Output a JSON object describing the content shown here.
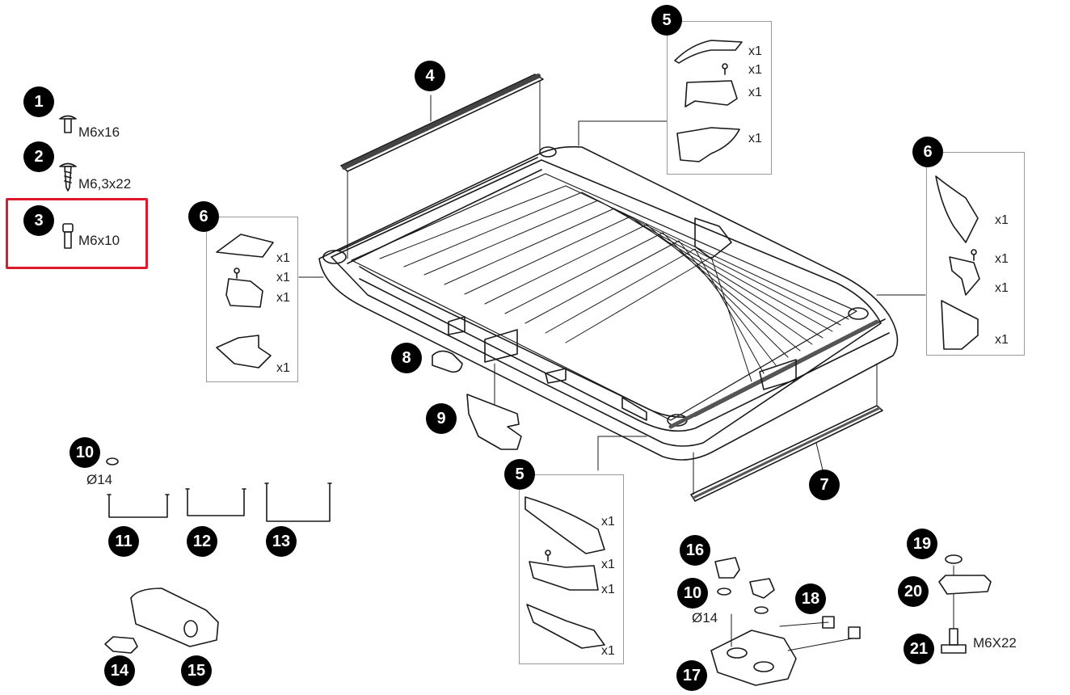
{
  "parts": [
    {
      "id": "1",
      "label": "M6x16"
    },
    {
      "id": "2",
      "label": "M6,3x22"
    },
    {
      "id": "3",
      "label": "M6x10",
      "highlighted": true
    },
    {
      "id": "4"
    },
    {
      "id": "5"
    },
    {
      "id": "6"
    },
    {
      "id": "7"
    },
    {
      "id": "8"
    },
    {
      "id": "9"
    },
    {
      "id": "10",
      "label": "Ø14"
    },
    {
      "id": "11"
    },
    {
      "id": "12"
    },
    {
      "id": "13"
    },
    {
      "id": "14"
    },
    {
      "id": "15"
    },
    {
      "id": "16"
    },
    {
      "id": "17"
    },
    {
      "id": "18"
    },
    {
      "id": "19"
    },
    {
      "id": "20"
    },
    {
      "id": "21",
      "label": "M6X22"
    }
  ],
  "qty": "x1",
  "highlight_color": "#e0182d"
}
